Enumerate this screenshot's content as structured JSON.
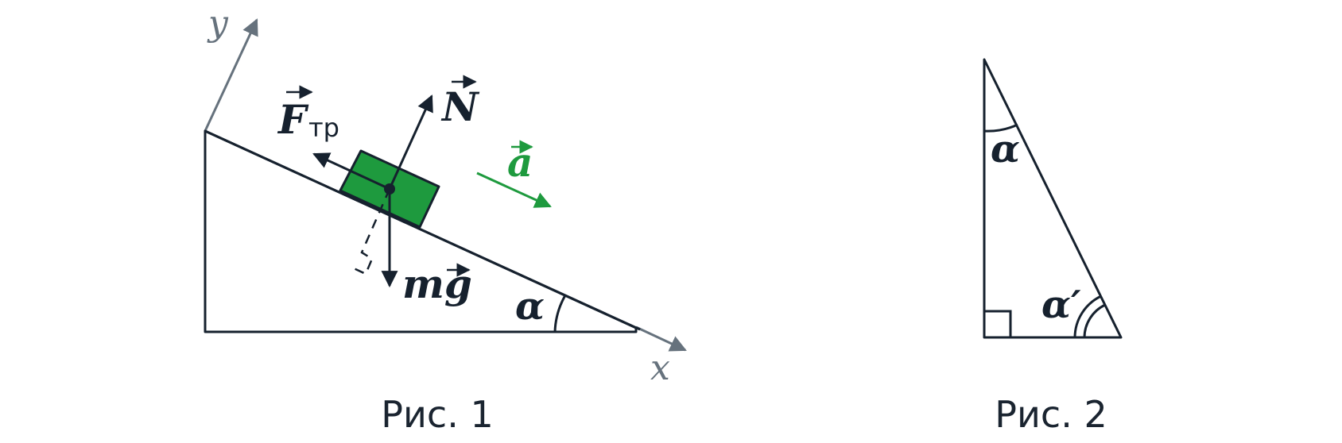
{
  "figure1": {
    "caption": "Рис. 1",
    "axis_y": "y",
    "axis_x": "x",
    "force_friction": "F",
    "force_friction_sub": "тр",
    "force_normal": "N",
    "acceleration": "a",
    "gravity": "mg",
    "angle": "α"
  },
  "figure2": {
    "caption": "Рис. 2",
    "angle_top": "α",
    "angle_bottom": "α′"
  },
  "colors": {
    "line": "#16212e",
    "axis": "#66727d",
    "block": "#1e9a3e",
    "accel": "#1e9a3e"
  }
}
